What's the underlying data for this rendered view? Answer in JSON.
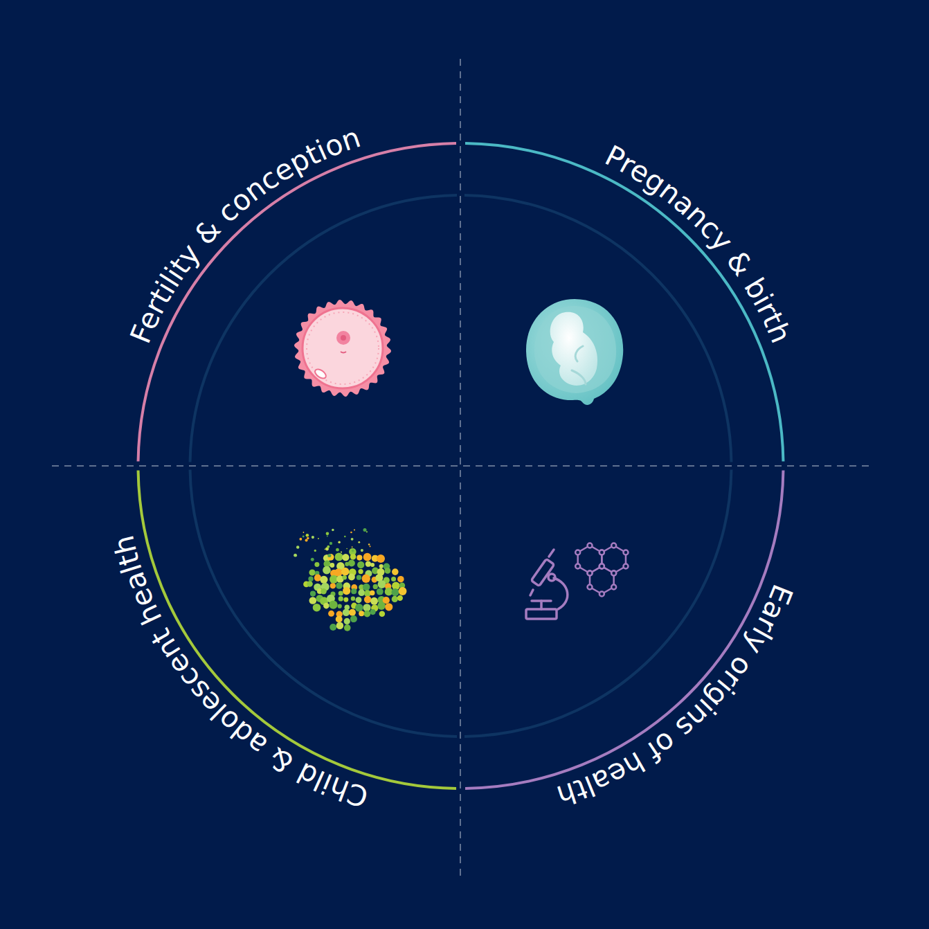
{
  "diagram": {
    "labels": [
      "Fertility & conception",
      "Pregnancy & birth",
      "Child & adolescent health",
      "Early origins of health"
    ]
  }
}
